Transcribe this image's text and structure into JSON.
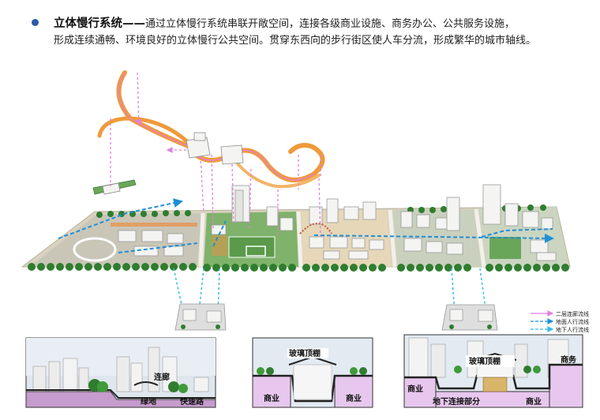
{
  "header": {
    "title": "立体慢行系统——",
    "line1_rest": "通过立体慢行系统串联开敞空间，连接各级商业设施、商务办公、公共服务设施，",
    "line2": "形成连续通畅、环境良好的立体慢行公共空间。贯穿东西向的步行街区使人车分流，形成繁华的城市轴线。"
  },
  "legend": [
    {
      "label": "二层连廊流线",
      "color": "#e27ee0",
      "style": "solid"
    },
    {
      "label": "地面人行流线",
      "color": "#1f8fd8",
      "style": "dashed"
    },
    {
      "label": "地下人行流线",
      "color": "#35b9ee",
      "style": "dashed"
    }
  ],
  "section_left": {
    "labels": {
      "corridor": "连廊",
      "greenland": "绿地",
      "expressway": "快速路"
    }
  },
  "section_mid": {
    "labels": {
      "roof": "玻璃顶棚",
      "left": "商业",
      "right": "商业"
    }
  },
  "section_right": {
    "labels": {
      "roof": "玻璃顶棚",
      "office": "商务",
      "commerce_left": "商业",
      "underground": "地下连接部分",
      "commerce_bottom": "商业"
    }
  },
  "colors": {
    "accent": "#2e5aa8",
    "corridor": "#ef9a3a",
    "green": "#3f9a3a",
    "tree": "#2f7d2f",
    "roof": "#222222"
  }
}
